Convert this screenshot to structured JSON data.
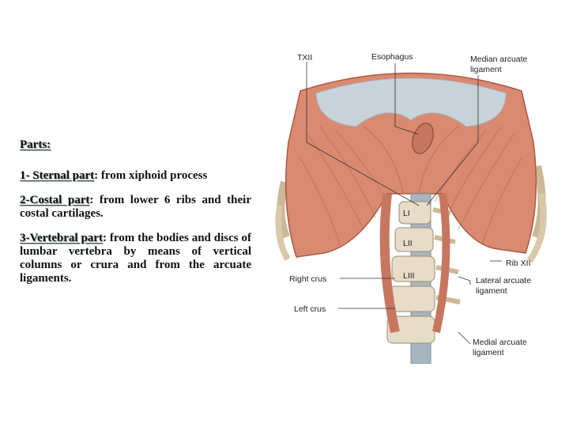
{
  "text": {
    "heading": "Parts:",
    "sternal": {
      "term": "1- Sternal part",
      "rest": ": from xiphoid process"
    },
    "costal": {
      "term": "2-Costal part",
      "rest": ": from lower 6 ribs and their costal cartilages."
    },
    "vertebral": {
      "term": "3-Vertebral part",
      "rest": ": from the bodies and discs of lumbar vertebra by means of vertical columns or crura and from the arcuate ligaments."
    }
  },
  "figure": {
    "labels": {
      "txii": "TXII",
      "esophagus": "Esophagus",
      "median_arcuate_1": "Median arcuate",
      "median_arcuate_2": "ligament",
      "li": "LI",
      "lii": "LII",
      "liii": "LIII",
      "rib_xii": "Rib XII",
      "right_crus": "Right crus",
      "lateral_arcuate_1": "Lateral arcuate",
      "lateral_arcuate_2": "ligament",
      "left_crus": "Left crus",
      "medial_arcuate_1": "Medial arcuate",
      "medial_arcuate_2": "ligament"
    },
    "colors": {
      "muscle": "#d98a70",
      "muscle_dark": "#b8604a",
      "tendon": "#c9d3da",
      "bone": "#e7dcc8"
    }
  }
}
